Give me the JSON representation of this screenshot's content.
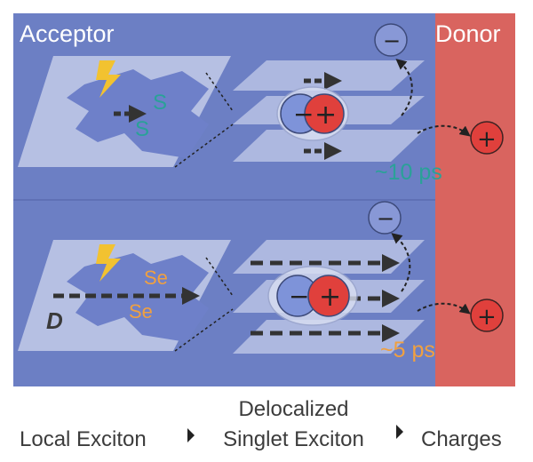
{
  "regions": {
    "acceptor_label": "Acceptor",
    "donor_label": "Donor"
  },
  "top_panel": {
    "state_symbols": [
      "S",
      "S"
    ],
    "timescale": "~10 ps",
    "label_color": "#2aa198"
  },
  "bottom_panel": {
    "state_symbols": [
      "Se",
      "Se"
    ],
    "diffusion_label": "D",
    "timescale": "~5 ps",
    "label_color": "#f0a040"
  },
  "charges": {
    "electron_symbol": "−",
    "hole_symbol": "+"
  },
  "captions": {
    "stage1": "Local Exciton",
    "stage2_line1": "Delocalized",
    "stage2_line2": "Singlet Exciton",
    "stage3": "Charges"
  },
  "colors": {
    "acceptor_bg": "#6c7fc4",
    "donor_bg": "#d9645f",
    "sheet": "#c3cbe9",
    "hole_red": "#e0403c",
    "electron_blue": "#7e93d9",
    "lightning": "#f2c230"
  }
}
